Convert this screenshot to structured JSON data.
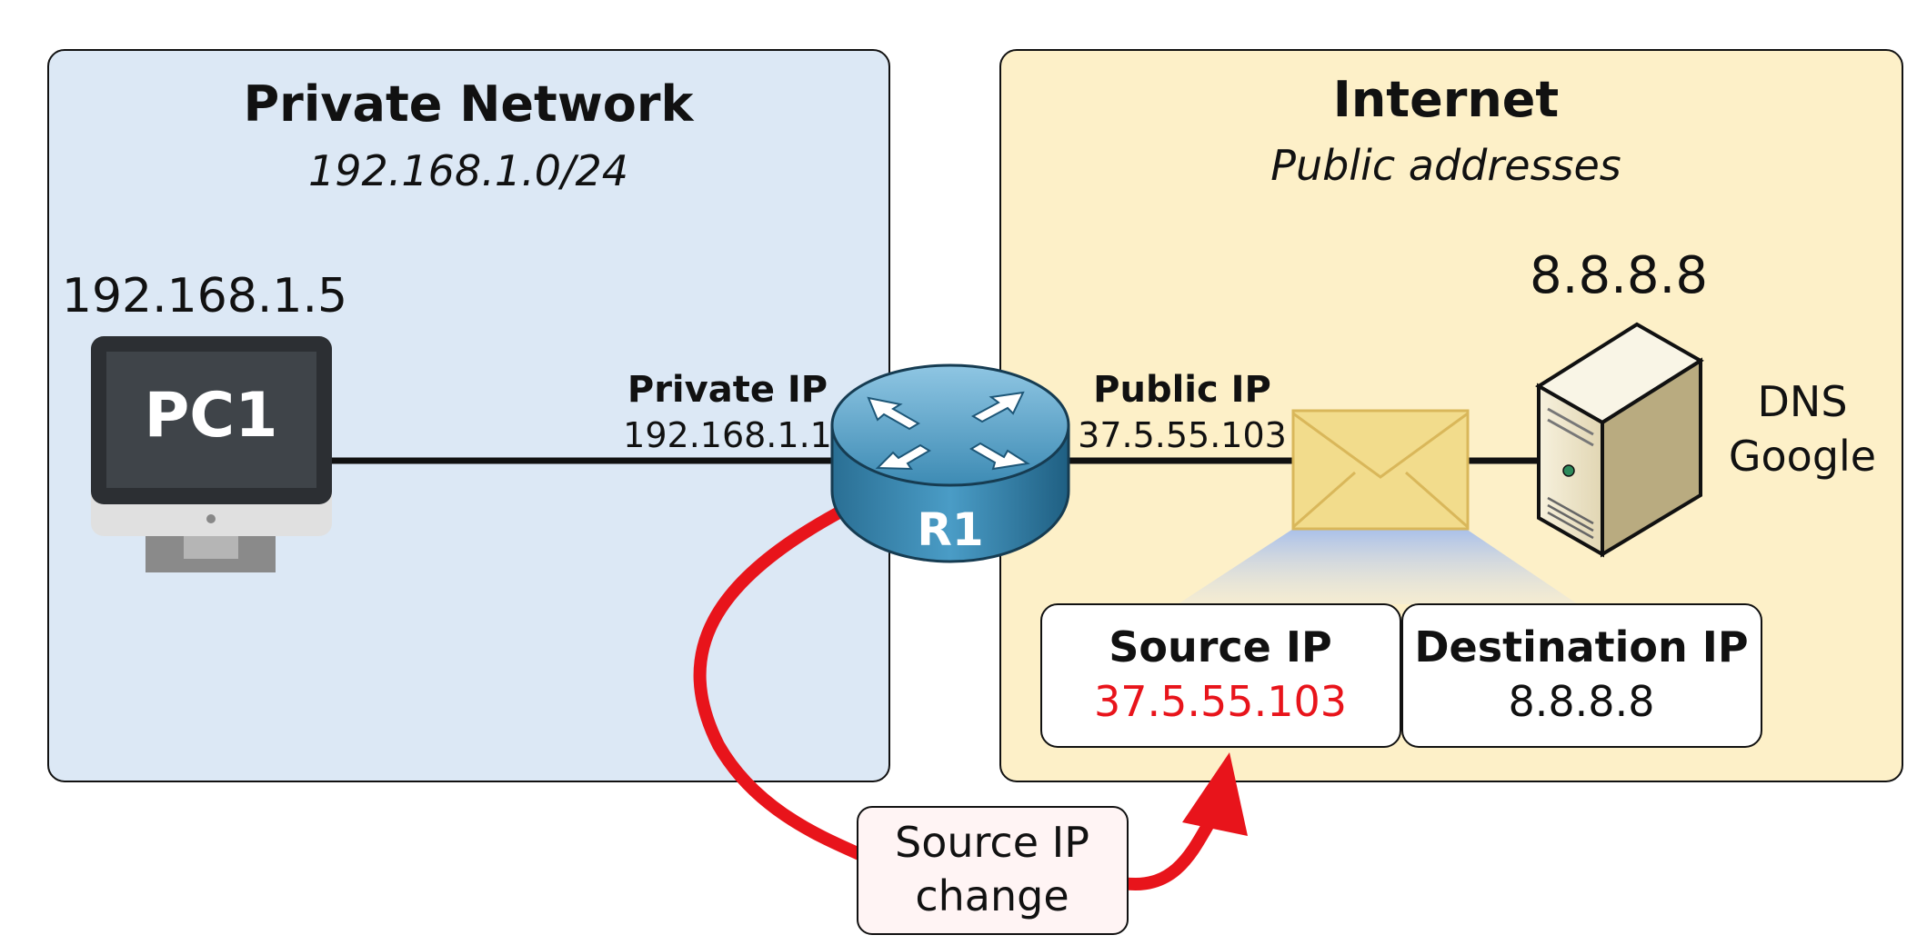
{
  "private_network": {
    "title": "Private Network",
    "subnet": "192.168.1.0/24"
  },
  "internet": {
    "title": "Internet",
    "subtitle": "Public addresses"
  },
  "pc1": {
    "label": "PC1",
    "ip": "192.168.1.5"
  },
  "router": {
    "label": "R1",
    "private_if_label": "Private IP",
    "private_if_ip": "192.168.1.1",
    "public_if_label": "Public IP",
    "public_if_ip": "37.5.55.103"
  },
  "server": {
    "ip": "8.8.8.8",
    "name_line1": "DNS",
    "name_line2": "Google"
  },
  "packet": {
    "source_label": "Source IP",
    "source_value": "37.5.55.103",
    "dest_label": "Destination IP",
    "dest_value": "8.8.8.8"
  },
  "nat_note": {
    "line1": "Source IP",
    "line2": "change"
  },
  "colors": {
    "private_bg": "#dce8f5",
    "internet_bg": "#fdf0c8",
    "highlight": "#e8141b",
    "envelope": "#f2dc8c"
  }
}
